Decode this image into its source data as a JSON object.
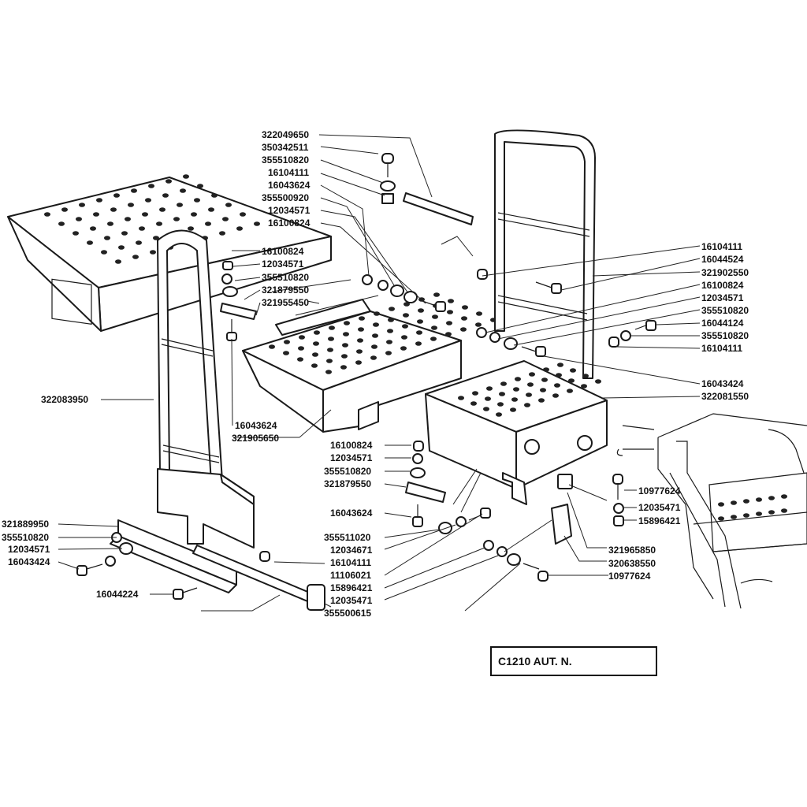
{
  "drawing": {
    "code_label": "C1210  AUT. N."
  },
  "part_numbers": {
    "top_group": [
      "322049650",
      "350342511",
      "355510820",
      "16104111",
      "16043624",
      "355500920",
      "12034571",
      "16100824"
    ],
    "left_upper_group": [
      "16100824",
      "12034571",
      "355510820",
      "321879550",
      "321955450"
    ],
    "left_handrail": "322083950",
    "mid_left": [
      "16043624",
      "321905650"
    ],
    "right_group": [
      "16104111",
      "16044524",
      "321902550",
      "16100824",
      "12034571",
      "355510820",
      "16044124",
      "355510820",
      "16104111"
    ],
    "right_lower": [
      "16043424",
      "322081550"
    ],
    "center_group": [
      "16100824",
      "12034571",
      "355510820",
      "321879550",
      "16043624"
    ],
    "bottom_center": [
      "355511020",
      "12034671",
      "16104111",
      "11106021",
      "15896421",
      "12035471",
      "355500615"
    ],
    "bottom_left": [
      "321889950",
      "355510820",
      "12034571",
      "16043424",
      "16044224"
    ],
    "bottom_right": [
      "10977624",
      "12035471",
      "15896421",
      "321965850",
      "320638550",
      "10977624"
    ]
  }
}
